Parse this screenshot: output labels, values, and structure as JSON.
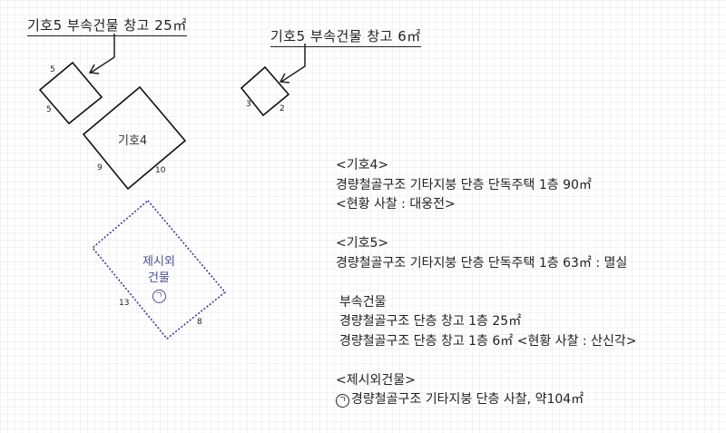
{
  "callouts": {
    "left": "기호5 부속건물 창고 25㎡",
    "right": "기호5 부속건물 창고 6㎡"
  },
  "shapes": {
    "small_square": {
      "dims": [
        "5",
        "5"
      ]
    },
    "main_building": {
      "label": "기호4",
      "dims": [
        "9",
        "10"
      ]
    },
    "tiny_square": {
      "dims": [
        "3",
        "2"
      ]
    },
    "excluded_building": {
      "label_line1": "제시외",
      "label_line2": "건물",
      "marker": "ㄱ",
      "dims": [
        "13",
        "8"
      ],
      "color": "#3a3f8a"
    }
  },
  "notes": {
    "symbol4_header": "<기호4>",
    "symbol4_desc": "경량철골구조 기타지붕 단층 단독주택 1층 90㎡",
    "symbol4_current": "<현황 사찰 : 대웅전>",
    "symbol5_header": "<기호5>",
    "symbol5_desc": "경량철골구조 기타지붕 단층 단독주택 1층 63㎡ : 멸실",
    "annex_header": "부속건물",
    "annex_1": "경량철골구조 단층 창고 1층 25㎡",
    "annex_2": "경량철골구조 단층 창고 1층 6㎡ <현황 사찰 : 산신각>",
    "excluded_header": "<제시외건물>",
    "excluded_marker": "ㄱ",
    "excluded_desc": "경량철골구조 기타지붕 단층 사찰, 약104㎡"
  }
}
